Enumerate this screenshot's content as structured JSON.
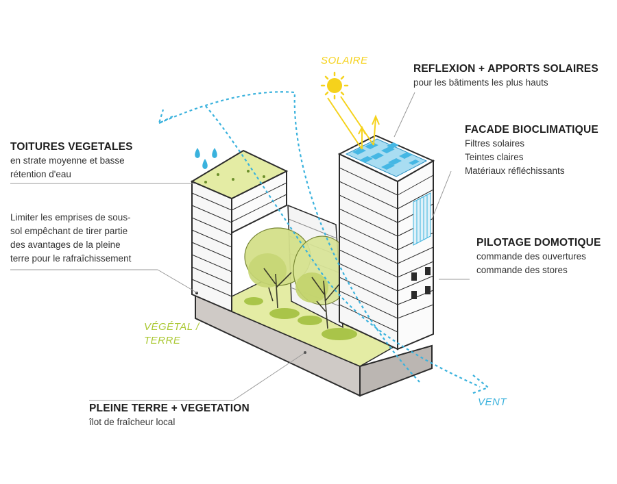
{
  "tags": {
    "solaire": "SOLAIRE",
    "vegetal_line1": "VÉGÉTAL /",
    "vegetal_line2": "TERRE",
    "vent": "VENT"
  },
  "callouts": {
    "reflexion": {
      "title": "REFLEXION + APPORTS SOLAIRES",
      "lines": [
        "pour les bâtiments les plus hauts"
      ]
    },
    "facade": {
      "title": "FACADE BIOCLIMATIQUE",
      "lines": [
        "Filtres solaires",
        "Teintes claires",
        "Matériaux réfléchissants"
      ]
    },
    "pilotage": {
      "title": "PILOTAGE DOMOTIQUE",
      "lines": [
        "commande des ouvertures",
        "commande des stores"
      ]
    },
    "toitures": {
      "title": "TOITURES VEGETALES",
      "lines": [
        "en strate moyenne et basse",
        "rétention d'eau"
      ]
    },
    "limiter": {
      "lines": [
        "Limiter les emprises de sous-",
        "sol empêchant de tirer partie",
        "des avantages de la pleine",
        "terre pour le rafraîchissement"
      ]
    },
    "pleine_terre": {
      "title": "PLEINE TERRE + VEGETATION",
      "lines": [
        "îlot de fraîcheur local"
      ]
    }
  },
  "colors": {
    "sun": "#f5d21c",
    "wind": "#3ab2dd",
    "vegetal": "#aac832",
    "ground": "#cfcac6",
    "roof_green": "#e4eca4",
    "solar_panel": "#45b7e4",
    "ink": "#2b2b2b"
  },
  "icons": [
    "sun-icon",
    "water-drop-icon",
    "wind-arrow-icon",
    "solar-panel-icon"
  ]
}
